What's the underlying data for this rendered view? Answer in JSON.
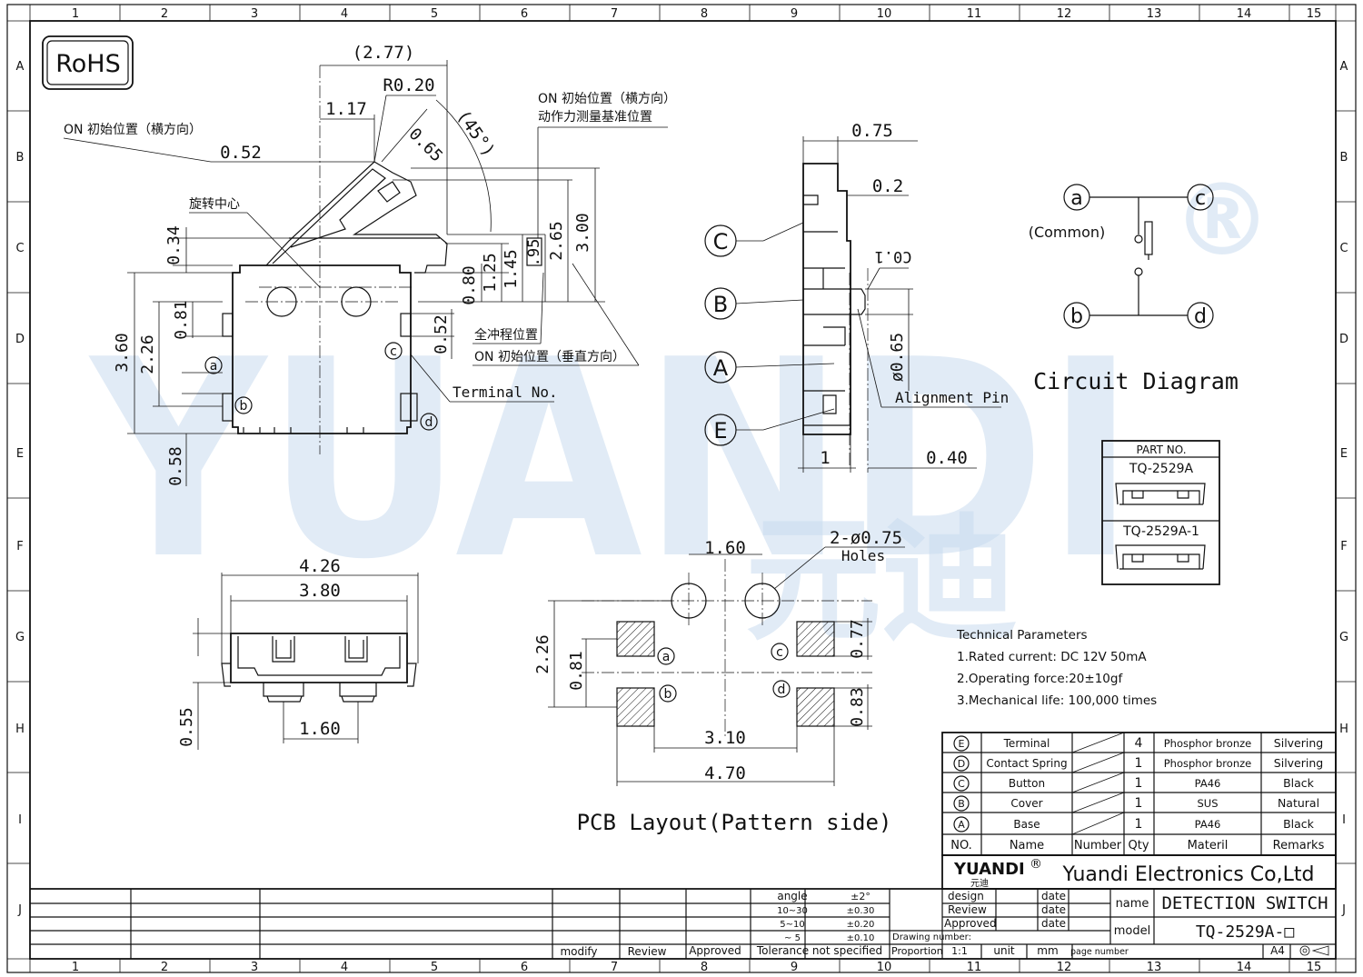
{
  "grid": {
    "cols": [
      "1",
      "2",
      "3",
      "4",
      "5",
      "6",
      "7",
      "8",
      "9",
      "10",
      "11",
      "12",
      "13",
      "14",
      "15"
    ],
    "rows": [
      "A",
      "B",
      "C",
      "D",
      "E",
      "F",
      "G",
      "H",
      "I",
      "J"
    ]
  },
  "rohs": "RoHS",
  "watermark": {
    "text": "YUANDI",
    "cn": "元迪",
    "reg": "®"
  },
  "side_view": {
    "dims": {
      "d277": "(2.77)",
      "r020": "R0.20",
      "d117": "1.17",
      "d065": "0.65",
      "a45": "(45°)",
      "d052": "0.52",
      "d034": "0.34",
      "d081": "0.81",
      "d360": "3.60",
      "d226": "2.26",
      "d058": "0.58",
      "d080": "0.80",
      "d125": "1.25",
      "d145": "1.45",
      "d095": ".95",
      "d265": "2.65",
      "d300": "3.00",
      "d052b": "0.52"
    },
    "notes": {
      "on_h_left": "ON 初始位置（横方向）",
      "on_h_right1": "ON 初始位置（横方向）",
      "on_h_right2": "动作力测量基准位置",
      "rot_center": "旋转中心",
      "full_stroke": "全冲程位置",
      "on_v": "ON 初始位置（垂直方向）",
      "terminal_no": "Terminal No."
    },
    "terminals": {
      "a": "a",
      "b": "b",
      "c": "c",
      "d": "d"
    }
  },
  "end_view": {
    "dims": {
      "d075": "0.75",
      "d02": "0.2",
      "c01": "C0.1",
      "phi065": "ø0.65",
      "d1": "1",
      "d040": "0.40"
    },
    "labels": {
      "C": "C",
      "B": "B",
      "A": "A",
      "E": "E",
      "alignment": "Alignment Pin"
    }
  },
  "circuit": {
    "title": "Circuit Diagram",
    "common": "(Common)",
    "a": "a",
    "b": "b",
    "c": "c",
    "d": "d"
  },
  "part_table": {
    "header": "PART NO.",
    "p1": "TQ-2529A",
    "p2": "TQ-2529A-1"
  },
  "bottom_view": {
    "d426": "4.26",
    "d380": "3.80",
    "d055": "0.55",
    "d160": "1.60"
  },
  "pcb": {
    "title": "PCB Layout(Pattern side)",
    "d160": "1.60",
    "holes1": "2-ø0.75",
    "holes2": "Holes",
    "d226": "2.26",
    "d081": "0.81",
    "d077": "0.77",
    "d083": "0.83",
    "d310": "3.10",
    "d470": "4.70",
    "a": "a",
    "b": "b",
    "c": "c",
    "d": "d"
  },
  "tech": {
    "title": "Technical Parameters",
    "l1": "1.Rated current: DC 12V 50mA",
    "l2": "2.Operating force:20±10gf",
    "l3": "3.Mechanical life: 100,000 times"
  },
  "bom": {
    "rows": [
      {
        "no": "E",
        "name": "Terminal",
        "qty": "4",
        "mat": "Phosphor bronze",
        "rem": "Silvering"
      },
      {
        "no": "D",
        "name": "Contact Spring",
        "qty": "1",
        "mat": "Phosphor bronze",
        "rem": "Silvering"
      },
      {
        "no": "C",
        "name": "Button",
        "qty": "1",
        "mat": "PA46",
        "rem": "Black"
      },
      {
        "no": "B",
        "name": "Cover",
        "qty": "1",
        "mat": "SUS",
        "rem": "Natural"
      },
      {
        "no": "A",
        "name": "Base",
        "qty": "1",
        "mat": "PA46",
        "rem": "Black"
      }
    ],
    "head": {
      "no": "NO.",
      "name": "Name",
      "number": "Number",
      "qty": "Qty",
      "mat": "Materil",
      "rem": "Remarks"
    }
  },
  "title_block": {
    "logo": "YUANDI",
    "logo_reg": "®",
    "logo_cn": "元迪",
    "company": "Yuandi Electronics Co,Ltd",
    "design": "design",
    "review": "Review",
    "approved": "Approved",
    "date": "date",
    "name_lbl": "name",
    "name_val": "DETECTION SWITCH",
    "model_lbl": "model",
    "model_val": "TQ-2529A-□",
    "drawing_number": "Drawing number:",
    "proportion": "Proportion",
    "prop_val": "1:1",
    "unit": "unit",
    "unit_val": "mm",
    "page_number": "page number",
    "size": "A4",
    "tol_angle": "angle",
    "tol_angle_v": "±2°",
    "tol_r1": "10~30",
    "tol_r1_v": "±0.30",
    "tol_r2": "5~10",
    "tol_r2_v": "±0.20",
    "tol_r3": "~ 5",
    "tol_r3_v": "±0.10",
    "tol_title": "Tolerance not specified",
    "modify": "modify",
    "review2": "Review",
    "approved2": "Approved"
  }
}
